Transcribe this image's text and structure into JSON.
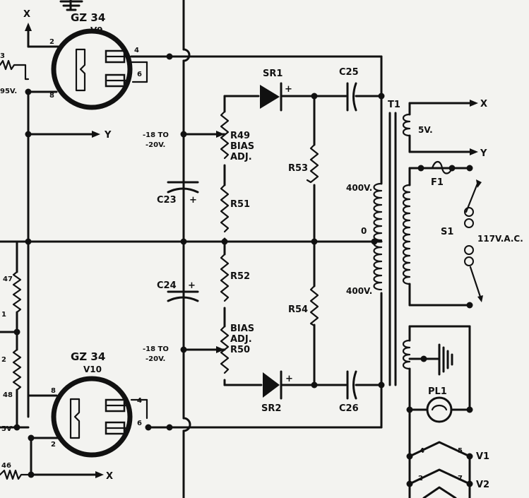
{
  "v9": {
    "type": "GZ 34",
    "ref": "V9",
    "pin2": "2",
    "pin8": "8",
    "pin4": "4",
    "pin6": "6"
  },
  "v10": {
    "type": "GZ 34",
    "ref": "V10",
    "pin8": "8",
    "pin2": "2",
    "pin4": "4",
    "pin6": "6"
  },
  "left_edge": {
    "top_res": "3",
    "v495": "95V.",
    "r47": "47",
    "r1": "1",
    "r2": "2",
    "r48": "48",
    "v5": "5V",
    "r46": "46"
  },
  "signals": {
    "x": "X",
    "y": "Y"
  },
  "bias": {
    "top_range1": "-18 TO",
    "top_range2": "-20V.",
    "bot_range1": "-18 TO",
    "bot_range2": "-20V.",
    "r49": "R49",
    "bias1": "BIAS",
    "adj1": "ADJ.",
    "bias2": "BIAS",
    "adj2": "ADJ.",
    "r50": "R50"
  },
  "resistors": {
    "r51": "R51",
    "r52": "R52",
    "r53": "R53",
    "r54": "R54"
  },
  "caps": {
    "c23": "C23",
    "c24": "C24",
    "c25": "C25",
    "c26": "C26",
    "plus": "+"
  },
  "diodes": {
    "sr1": "SR1",
    "sr2": "SR2"
  },
  "transformer": {
    "t1": "T1",
    "v400a": "400V.",
    "v400b": "400V.",
    "zero": "0",
    "v5": "5V."
  },
  "mains": {
    "f1": "F1",
    "s1": "S1",
    "vac": "117V.A.C."
  },
  "pilot": {
    "pl1": "PL1",
    "n4": "4",
    "n5": "5",
    "v1": "V1",
    "n2": "2",
    "n7": "7",
    "v2": "V2"
  }
}
